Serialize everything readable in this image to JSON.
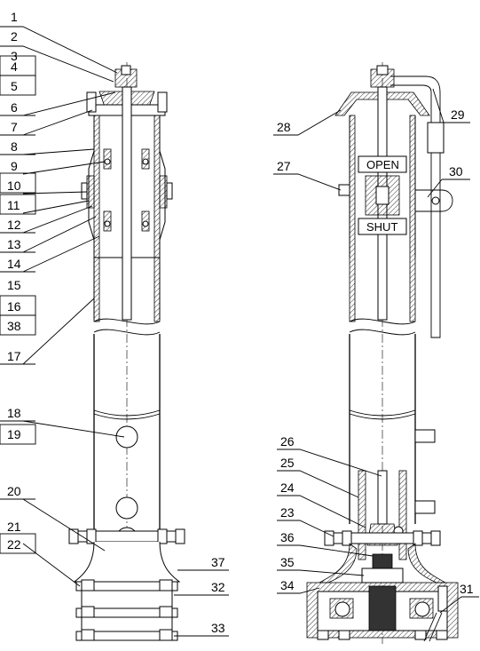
{
  "callouts_left": [
    "1",
    "2",
    "3",
    "4",
    "5",
    "6",
    "7",
    "8",
    "9",
    "10",
    "11",
    "12",
    "13",
    "14",
    "15",
    "16",
    "38",
    "17",
    "18",
    "19",
    "20",
    "21",
    "22"
  ],
  "callouts_right": [
    "28",
    "29",
    "27",
    "30",
    "26",
    "25",
    "24",
    "23",
    "36",
    "35",
    "34",
    "31",
    "37",
    "32",
    "33"
  ],
  "signs": {
    "open": "OPEN",
    "shut": "SHUT"
  }
}
